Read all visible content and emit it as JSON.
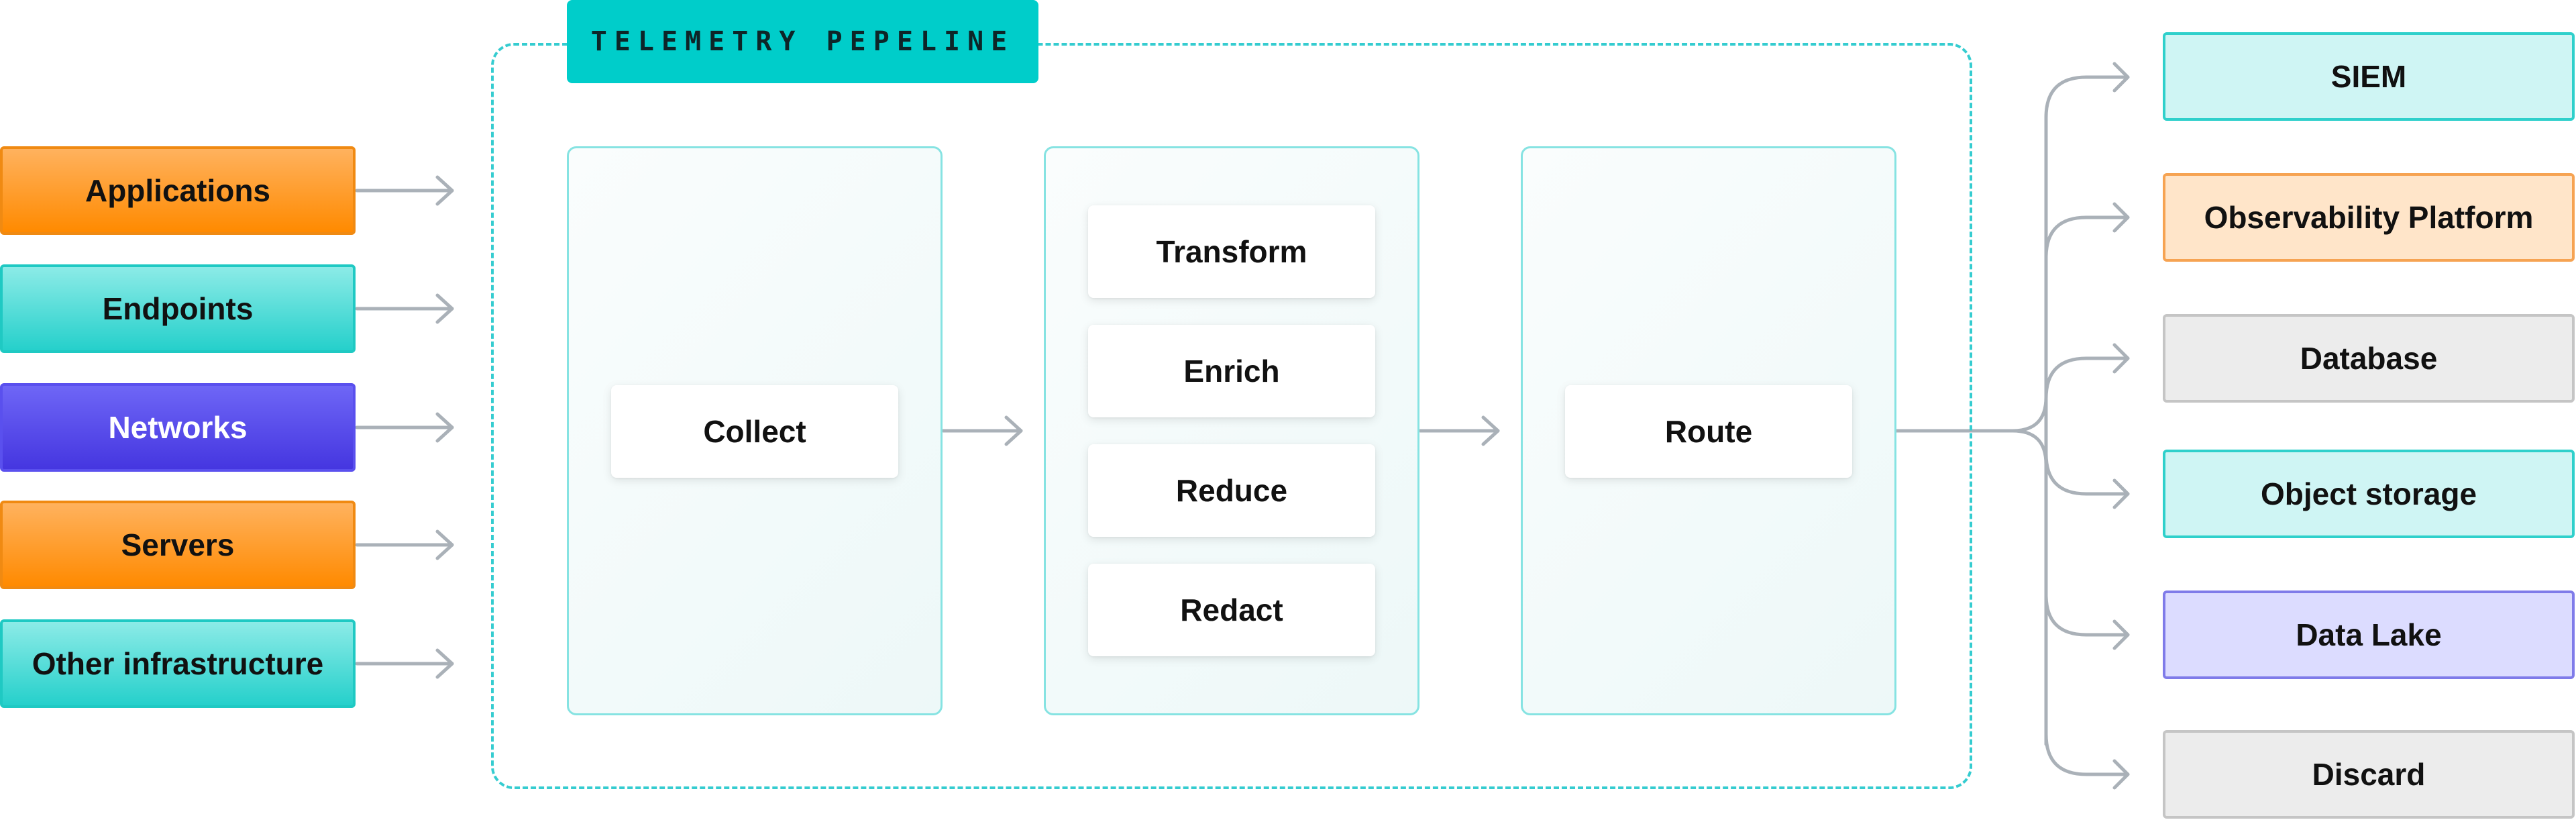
{
  "pipeline": {
    "title": "TELEMETRY PEPELINE"
  },
  "sources": [
    {
      "label": "Applications",
      "style": "orange"
    },
    {
      "label": "Endpoints",
      "style": "teal"
    },
    {
      "label": "Networks",
      "style": "purple"
    },
    {
      "label": "Servers",
      "style": "orange"
    },
    {
      "label": "Other infrastructure",
      "style": "teal"
    }
  ],
  "stages": {
    "collect": "Collect",
    "process": [
      "Transform",
      "Enrich",
      "Reduce",
      "Redact"
    ],
    "route": "Route"
  },
  "destinations": [
    {
      "label": "SIEM",
      "style": "teal"
    },
    {
      "label": "Observability Platform",
      "style": "orange"
    },
    {
      "label": "Database",
      "style": "gray"
    },
    {
      "label": "Object storage",
      "style": "teal"
    },
    {
      "label": "Data Lake",
      "style": "purple"
    },
    {
      "label": "Discard",
      "style": "gray"
    }
  ],
  "colors": {
    "arrow": "#aab1b8",
    "frame": "#35ccd0",
    "title_bg": "#00cdca"
  }
}
